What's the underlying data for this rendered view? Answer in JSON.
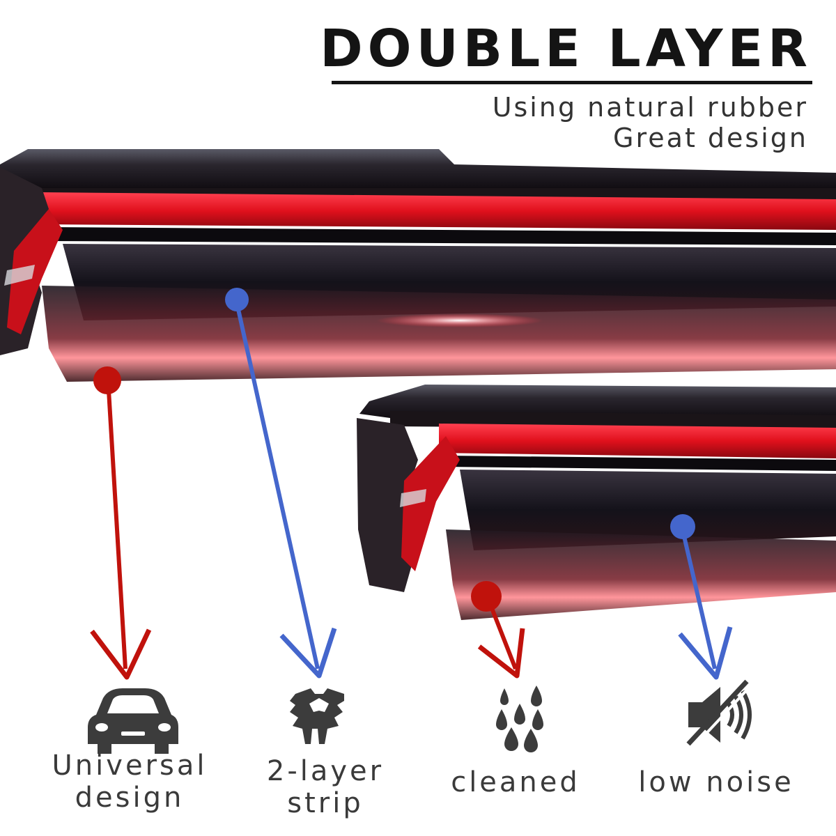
{
  "header": {
    "title": "DOUBLE LAYER",
    "subtitle_line1": "Using natural rubber",
    "subtitle_line2": "Great design"
  },
  "features": [
    {
      "label_line1": "Universal",
      "label_line2": "design",
      "icon": "car-icon",
      "marker_color": "#c0120c"
    },
    {
      "label_line1": "2-layer",
      "label_line2": "strip",
      "icon": "layer-strip-icon",
      "marker_color": "#4466cc"
    },
    {
      "label_line1": "cleaned",
      "icon": "water-drops-icon",
      "marker_color": "#c0120c"
    },
    {
      "label_line1": "low noise",
      "icon": "mute-speaker-icon",
      "marker_color": "#4466cc"
    }
  ],
  "colors": {
    "red_marker": "#c0120c",
    "blue_marker": "#4466cc",
    "rubber_red": "#e0101c",
    "rubber_dark": "#1a1a22",
    "icon_gray": "#3c3c3c"
  }
}
